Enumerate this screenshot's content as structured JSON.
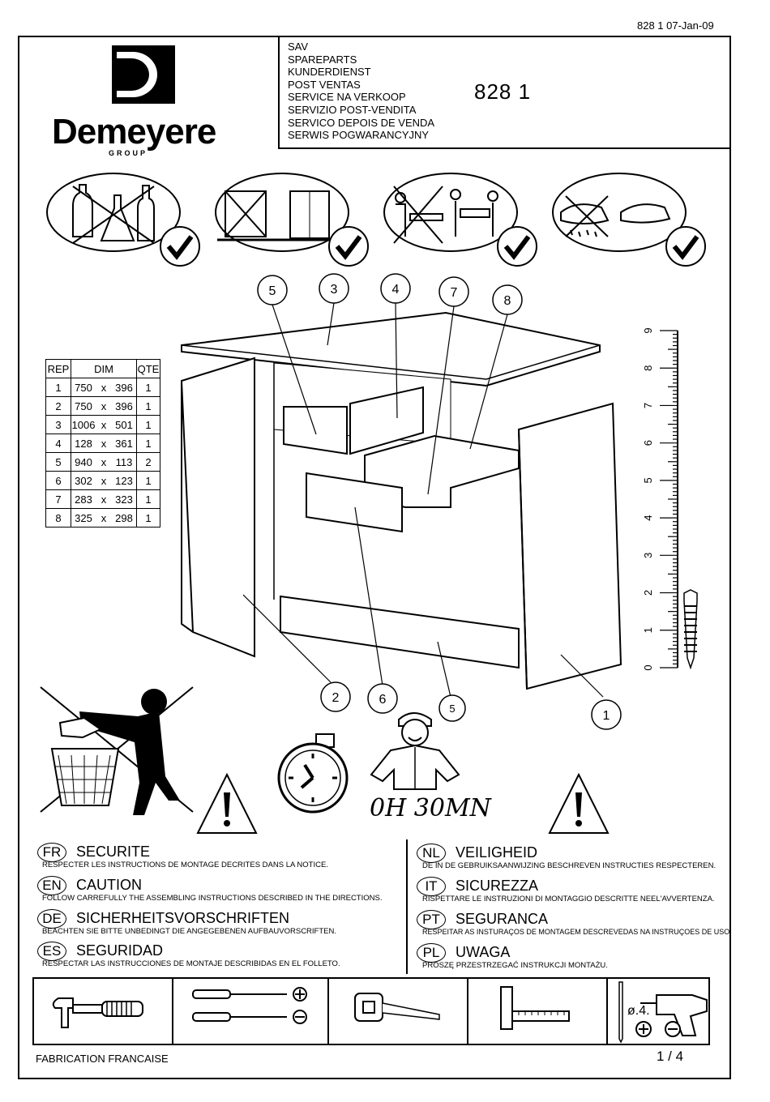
{
  "header": {
    "reference": "828 1 07-Jan-09"
  },
  "brand": {
    "name": "Demeyere",
    "subline": "GROUP"
  },
  "service": {
    "lines": [
      "SAV",
      "SPAREPARTS",
      "KUNDERDIENST",
      "POST VENTAS",
      "SERVICE NA VERKOOP",
      "SERVIZIO POST-VENDITA",
      "SERVICO DEPOIS DE VENDA",
      "SERWIS POGWARANCYJNY"
    ],
    "model_number": "828 1"
  },
  "parts_table": {
    "headers": [
      "REP",
      "DIM",
      "QTE"
    ],
    "rows": [
      {
        "rep": "1",
        "w": "750",
        "x": "x",
        "h": "396",
        "qte": "1"
      },
      {
        "rep": "2",
        "w": "750",
        "x": "x",
        "h": "396",
        "qte": "1"
      },
      {
        "rep": "3",
        "w": "1006",
        "x": "x",
        "h": "501",
        "qte": "1"
      },
      {
        "rep": "4",
        "w": "128",
        "x": "x",
        "h": "361",
        "qte": "1"
      },
      {
        "rep": "5",
        "w": "940",
        "x": "x",
        "h": "113",
        "qte": "2"
      },
      {
        "rep": "6",
        "w": "302",
        "x": "x",
        "h": "123",
        "qte": "1"
      },
      {
        "rep": "7",
        "w": "283",
        "x": "x",
        "h": "323",
        "qte": "1"
      },
      {
        "rep": "8",
        "w": "325",
        "x": "x",
        "h": "298",
        "qte": "1"
      }
    ]
  },
  "callouts": [
    "5",
    "3",
    "4",
    "7",
    "8",
    "2",
    "6",
    "5",
    "1"
  ],
  "ruler_numbers": [
    "0",
    "1",
    "2",
    "3",
    "4",
    "5",
    "6",
    "7",
    "8",
    "9"
  ],
  "assembly_time": "0H 30MN",
  "safety": [
    {
      "code": "FR",
      "title": "SECURITE",
      "text": "RESPECTER LES INSTRUCTIONS DE MONTAGE DECRITES DANS LA NOTICE."
    },
    {
      "code": "EN",
      "title": "CAUTION",
      "text": "FOLLOW CARREFULLY THE ASSEMBLING INSTRUCTIONS DESCRIBED IN THE DIRECTIONS."
    },
    {
      "code": "DE",
      "title": "SICHERHEITSVORSCHRIFTEN",
      "text": "BEACHTEN SIE BITTE UNBEDINGT DIE ANGEGEBENEN AUFBAUVORSCRIFTEN."
    },
    {
      "code": "ES",
      "title": "SEGURIDAD",
      "text": "RESPECTAR LAS INSTRUCCIONES DE MONTAJE DESCRIBIDAS EN EL FOLLETO."
    },
    {
      "code": "NL",
      "title": "VEILIGHEID",
      "text": "DE IN DE GEBRUIKSAANWIJZING BESCHREVEN INSTRUCTIES RESPECTEREN."
    },
    {
      "code": "IT",
      "title": "SICUREZZA",
      "text": "RISPETTARE LE INSTRUZIONI DI MONTAGGIO DESCRITTE NEEL'AVVERTENZA."
    },
    {
      "code": "PT",
      "title": "SEGURANCA",
      "text": "RESPEITAR AS INSTURAÇOS DE MONTAGEM DESCREVEDAS NA INSTRUÇOES DE USO."
    },
    {
      "code": "PL",
      "title": "UWAGA",
      "text": "PROSZĘ PRZESTRZEGAĆ INSTRUKCJI MONTAŻU."
    }
  ],
  "tools": {
    "items": [
      "hammer-icon",
      "screwdriver-icon",
      "tape-measure-icon",
      "square-ruler-icon",
      "drill-icon"
    ],
    "drill_bit_size": "ø.4."
  },
  "footer": {
    "left": "FABRICATION FRANCAISE",
    "page": "1 / 4"
  }
}
